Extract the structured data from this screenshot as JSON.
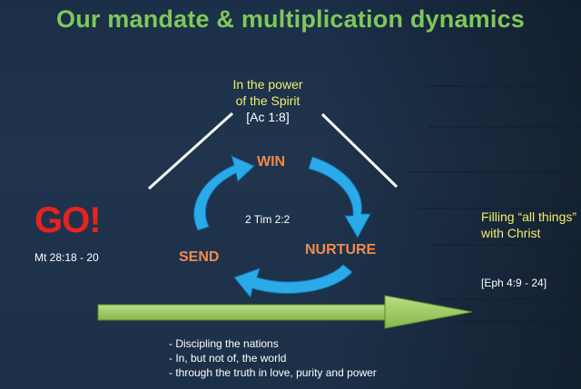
{
  "slide": {
    "title": "Our mandate & multiplication dynamics"
  },
  "spirit": {
    "line1": "In the power",
    "line2": "of the Spirit",
    "ref": "[Ac 1:8]"
  },
  "cycle": {
    "win": "WIN",
    "nurture": "NURTURE",
    "send": "SEND",
    "center_ref": "2 Tim 2:2"
  },
  "go": {
    "label": "GO!",
    "ref": "Mt 28:18 - 20"
  },
  "filling": {
    "text": "Filling “all things” with Christ",
    "ref": "[Eph 4:9 - 24]"
  },
  "bullets": [
    "- Discipling the nations",
    "- In, but not of, the world",
    "- through the truth in love, purity and power"
  ],
  "colors": {
    "title": "#7fc85a",
    "accent_orange": "#f08a4e",
    "go_red": "#e8231f",
    "arrow_blue": "#27a9e8",
    "arrow_green": "#9ac85e",
    "yellow_text": "#f0ef6a"
  }
}
